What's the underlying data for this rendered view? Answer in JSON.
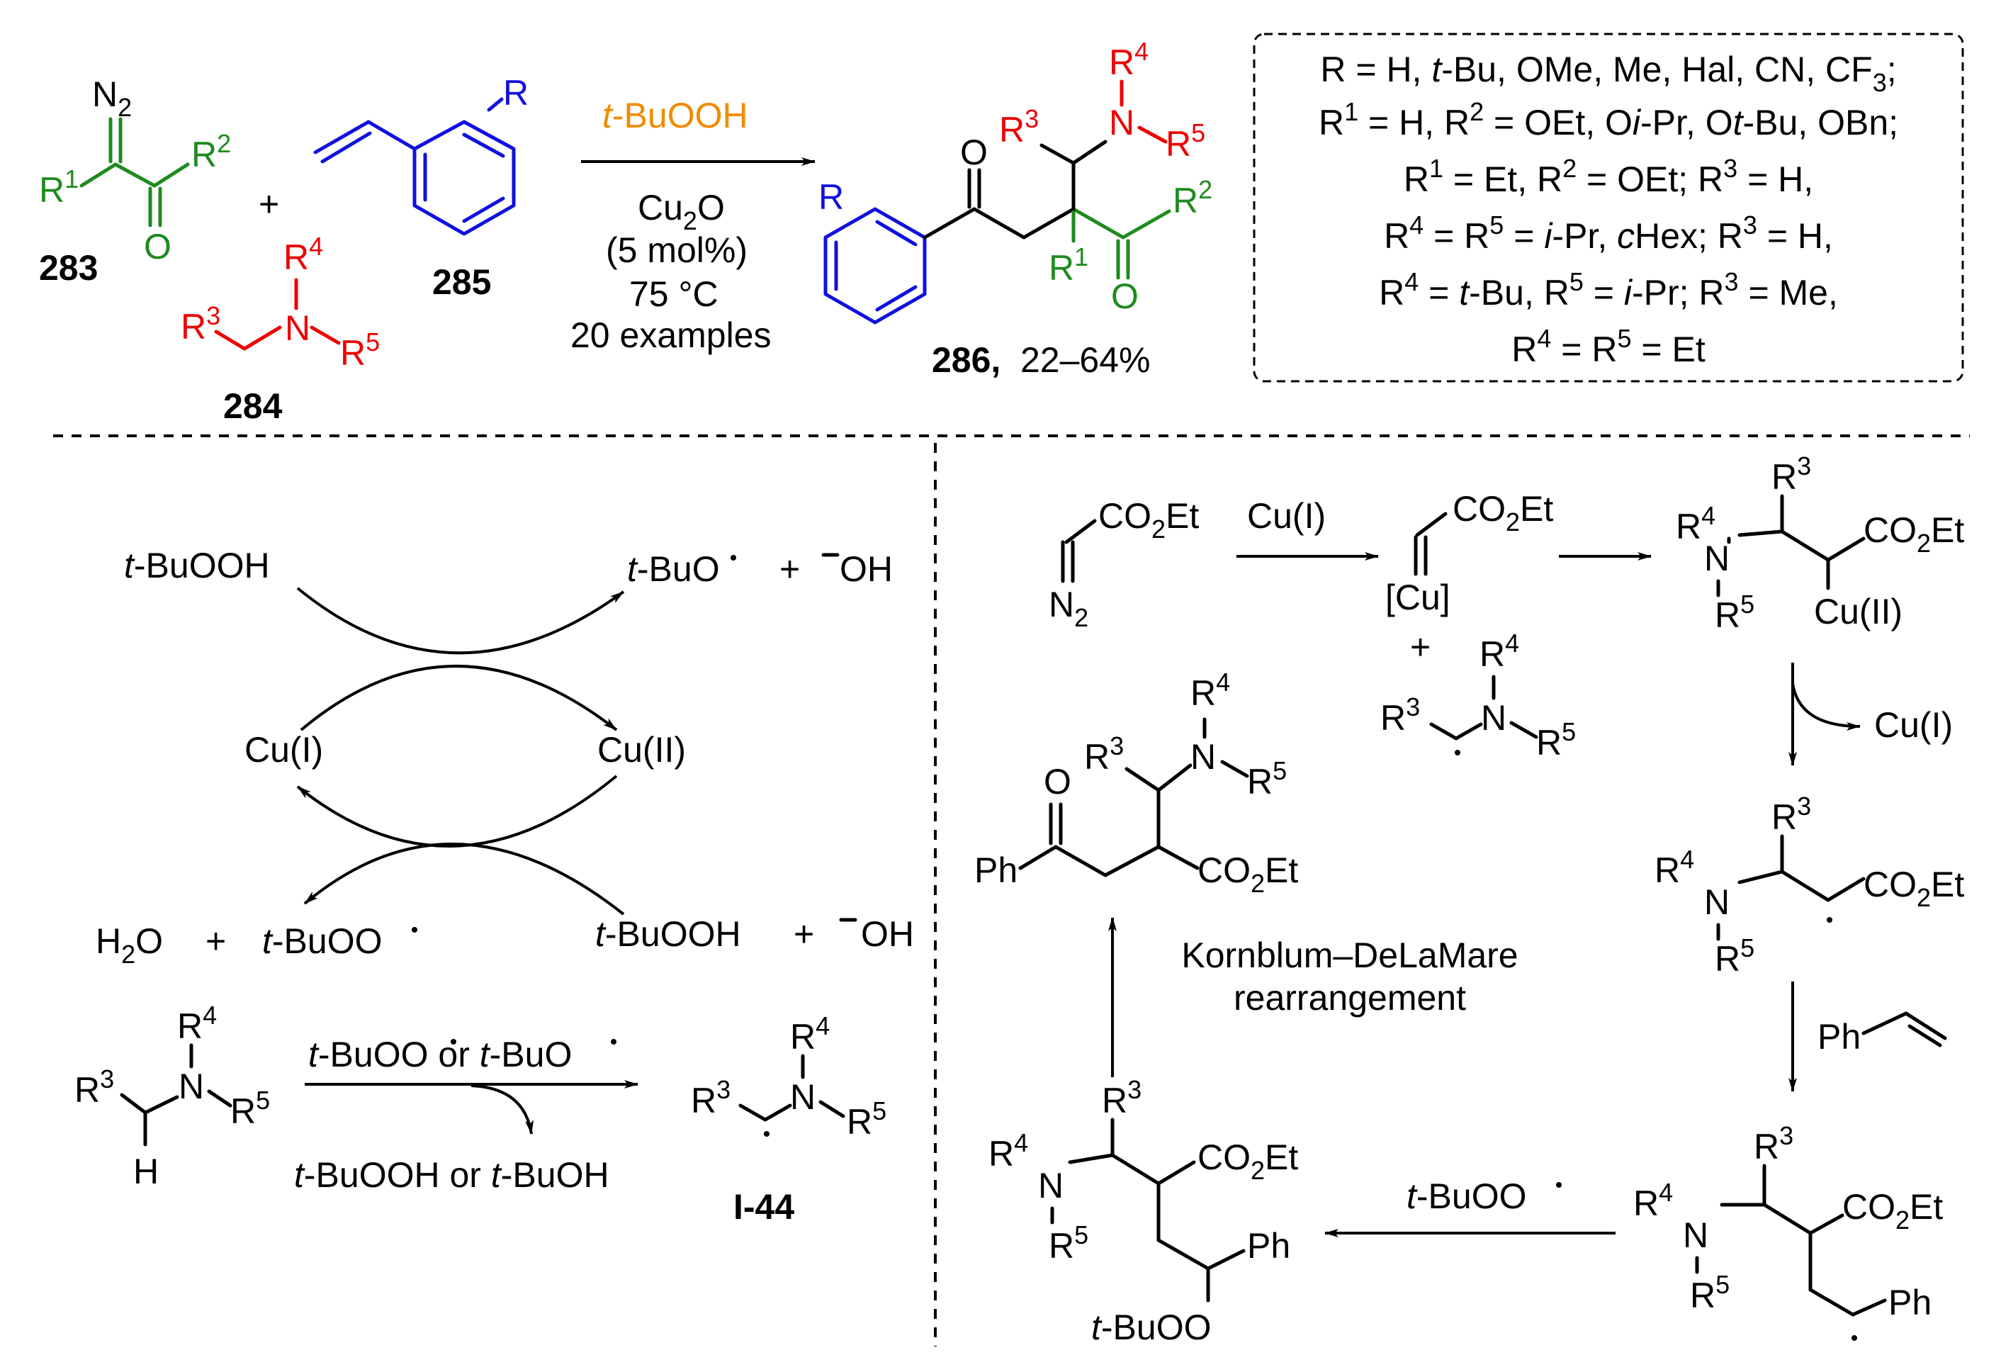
{
  "colors": {
    "green": "#1f8a1f",
    "blue": "#1010e0",
    "red": "#ee0000",
    "orange": "#f08c00",
    "black": "#000000"
  },
  "compounds": {
    "c283": "283",
    "c284": "284",
    "c285": "285",
    "c286": "286,",
    "c286_yield": "22–64%",
    "I44": "I-44"
  },
  "reaction": {
    "oxidant": "t-BuOOH",
    "catalyst": "Cu2O",
    "loading": "(5 mol%)",
    "temperature": "75 °C",
    "examples": "20 examples",
    "plus": "+"
  },
  "substituents_box": [
    "R = H, t-Bu, OMe, Me, Hal, CN, CF3;",
    "R1 = H, R2 = OEt, Oi-Pr, Ot-Bu, OBn;",
    "R1 = Et, R2 = OEt; R3 = H,",
    "R4 = R5 = i-Pr, cHex; R3 = H,",
    "R4 = t-Bu, R5 = i-Pr; R3 = Me,",
    "R4 = R5 = Et"
  ],
  "redox_cycle": {
    "tbuooh_top": "t-BuOOH",
    "tbuo_radical": "t-BuO",
    "hydroxide_top": "OH",
    "cu1": "Cu(I)",
    "cu2": "Cu(II)",
    "water": "H2O",
    "tbuoo_radical": "t-BuOO",
    "tbuooh_bottom": "t-BuOOH",
    "hydroxide_bottom": "OH",
    "plus": "+"
  },
  "hat_step": {
    "reagent": "t-BuOO or t-BuO",
    "byproduct": "t-BuOOH or t-BuOH"
  },
  "mechanism": {
    "co2et": "CO2Et",
    "cu1_label": "Cu(I)",
    "cu_complex": "[Cu]",
    "cu2_label": "Cu(II)",
    "cu1_release": "Cu(I)",
    "n2": "N2",
    "ph": "Ph",
    "tbuoo_radical": "t-BuOO",
    "tbuoo_group": "t-BuOO",
    "rearrangement_line1": "Kornblum–DeLaMare",
    "rearrangement_line2": "rearrangement"
  }
}
